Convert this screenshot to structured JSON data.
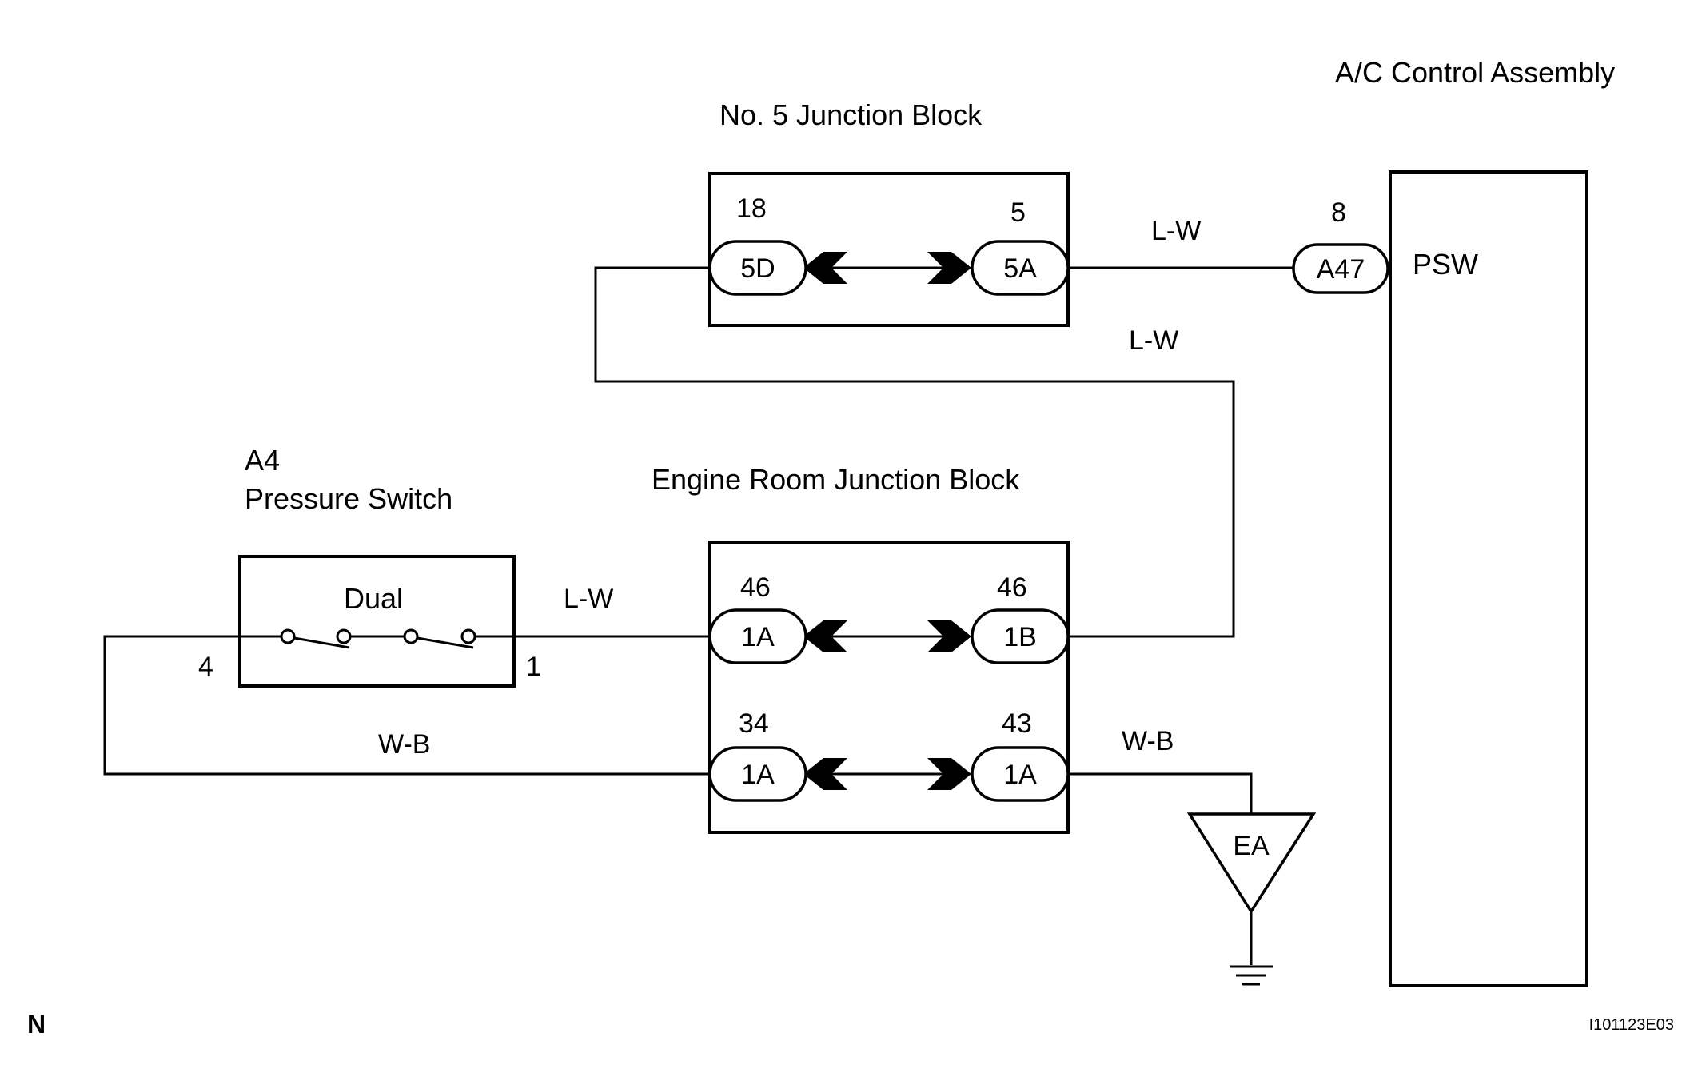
{
  "components": {
    "ac_control": {
      "name": "A/C Control Assembly",
      "terminal_name": "PSW",
      "pin": "8",
      "connector": "A47"
    },
    "jb5": {
      "name": "No. 5 Junction Block",
      "left": {
        "pin": "18",
        "connector": "5D"
      },
      "right": {
        "pin": "5",
        "connector": "5A"
      }
    },
    "erjb": {
      "name": "Engine Room Junction Block",
      "row1_left": {
        "pin": "46",
        "connector": "1A"
      },
      "row1_right": {
        "pin": "46",
        "connector": "1B"
      },
      "row2_left": {
        "pin": "34",
        "connector": "1A"
      },
      "row2_right": {
        "pin": "43",
        "connector": "1A"
      }
    },
    "pressure_switch": {
      "id": "A4",
      "name": "Pressure Switch",
      "type_label": "Dual",
      "left_pin": "4",
      "right_pin": "1"
    },
    "ground": {
      "label": "EA"
    }
  },
  "wires": {
    "jb5_to_acc": "L-W",
    "erjb_to_jb5": "L-W",
    "switch_to_erjb": "L-W",
    "switch_return": "W-B",
    "erjb_to_ground": "W-B"
  },
  "footer": {
    "left_mark": "N",
    "figure_id": "I101123E03"
  }
}
